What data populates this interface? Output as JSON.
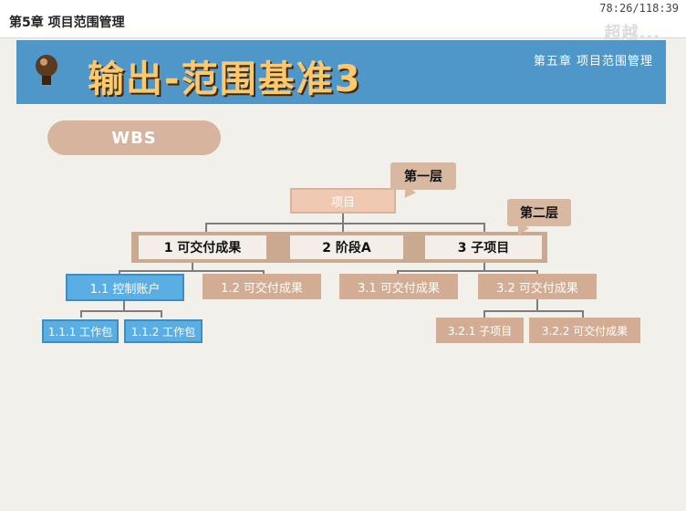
{
  "topbar": {
    "chapter": "第5章 项目范围管理",
    "timestamp": "78:26/118:39",
    "watermark": "超越..."
  },
  "banner": {
    "title": "输出-范围基准3",
    "subtitle": "第五章 项目范围管理",
    "icon": "lightbulb-icon"
  },
  "wbs_label": "WBS",
  "tree": {
    "root": "项目",
    "level1": [
      "1 可交付成果",
      "2 阶段A",
      "3 子项目"
    ],
    "level2": [
      "1.1 控制账户",
      "1.2 可交付成果",
      "3.1 可交付成果",
      "3.2 可交付成果"
    ],
    "level3_left": [
      "1.1.1 工作包",
      "1.1.2 工作包"
    ],
    "level3_right": [
      "3.2.1 子项目",
      "3.2.2 可交付成果"
    ]
  },
  "callouts": {
    "first_layer": "第一层",
    "second_layer": "第二层"
  },
  "colors": {
    "banner_blue": "#4f97c9",
    "title_gold": "#ffc86a",
    "node_blue": "#5aaee3",
    "node_tan": "#d3ad93"
  }
}
